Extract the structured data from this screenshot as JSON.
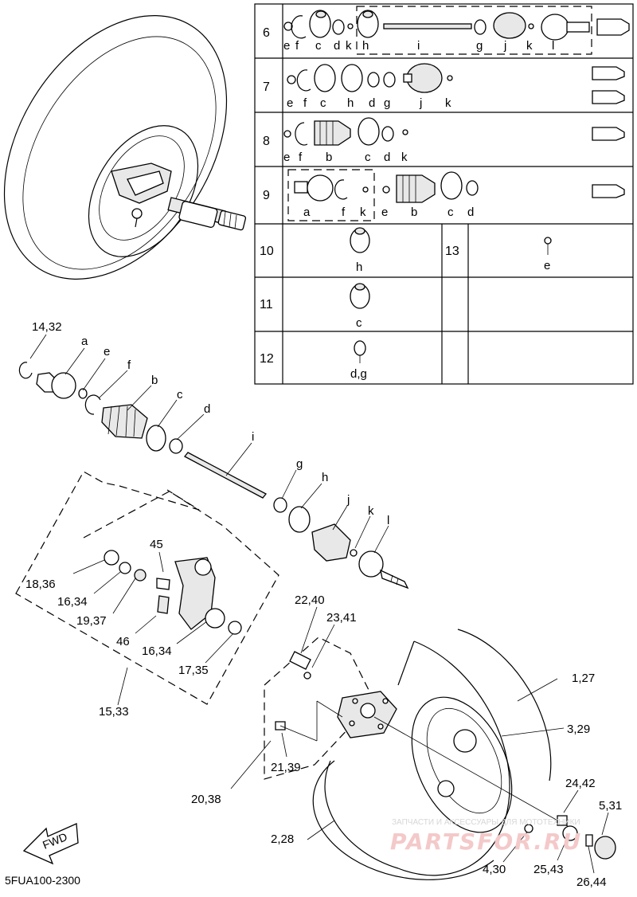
{
  "diagram": {
    "code": "5FUA100-2300",
    "fwd_label": "FWD",
    "watermark": {
      "line1": "ЗАПЧАСТИ И АКСЕССУАРЫ ДЛЯ МОТОТЕХНИКИ",
      "line2": "PARTSFOR.RU"
    },
    "table": {
      "rows": [
        {
          "no": "6",
          "letters": [
            "e",
            "f",
            "c",
            "d",
            "k",
            "h",
            "i",
            "g",
            "j",
            "k",
            "l"
          ]
        },
        {
          "no": "7",
          "letters": [
            "e",
            "f",
            "c",
            "h",
            "d",
            "g",
            "j",
            "k"
          ]
        },
        {
          "no": "8",
          "letters": [
            "e",
            "f",
            "b",
            "c",
            "d",
            "k"
          ]
        },
        {
          "no": "9",
          "letters": [
            "a",
            "f",
            "k",
            "e",
            "b",
            "c",
            "d"
          ]
        },
        {
          "no": "10",
          "letters": [
            "h"
          ]
        },
        {
          "no": "11",
          "letters": [
            "c"
          ]
        },
        {
          "no": "12",
          "letters": [
            "d,g"
          ]
        },
        {
          "no": "13",
          "letters": [
            "e"
          ]
        }
      ]
    },
    "callouts": {
      "c14_32": "14,32",
      "a": "a",
      "e": "e",
      "f": "f",
      "b": "b",
      "c": "c",
      "d": "d",
      "i": "i",
      "g": "g",
      "h": "h",
      "j": "j",
      "k": "k",
      "l": "l",
      "c45": "45",
      "c18_36": "18,36",
      "c16_34a": "16,34",
      "c19_37": "19,37",
      "c46": "46",
      "c16_34b": "16,34",
      "c17_35": "17,35",
      "c15_33": "15,33",
      "c22_40": "22,40",
      "c23_41": "23,41",
      "c1_27": "1,27",
      "c3_29": "3,29",
      "c21_39": "21,39",
      "c20_38": "20,38",
      "c24_42": "24,42",
      "c5_31": "5,31",
      "c2_28": "2,28",
      "c4_30": "4,30",
      "c25_43": "25,43",
      "c26_44": "26,44"
    }
  }
}
